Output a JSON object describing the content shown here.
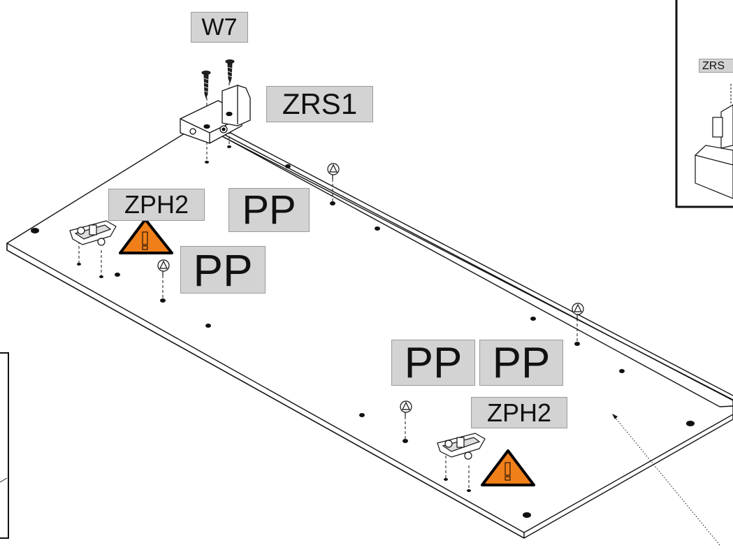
{
  "labels": {
    "w7": "W7",
    "zrs1": "ZRS1",
    "zph2_left": "ZPH2",
    "zph2_right": "ZPH2",
    "pp_top": "PP",
    "pp_left": "PP",
    "pp_bottom_left": "PP",
    "pp_bottom_right": "PP"
  },
  "warning": {
    "symbol": "!",
    "fill_color": "#f07f1a",
    "outline_color": "#000000"
  },
  "detail_inset": {
    "label": "ZRS"
  }
}
